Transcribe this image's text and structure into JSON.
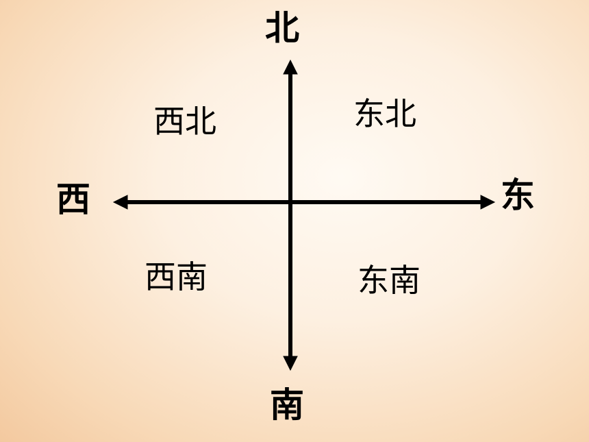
{
  "directions": {
    "north": "北",
    "south": "南",
    "west": "西",
    "east": "东",
    "northwest": "西北",
    "northeast": "东北",
    "southwest": "西南",
    "southeast": "东南"
  }
}
